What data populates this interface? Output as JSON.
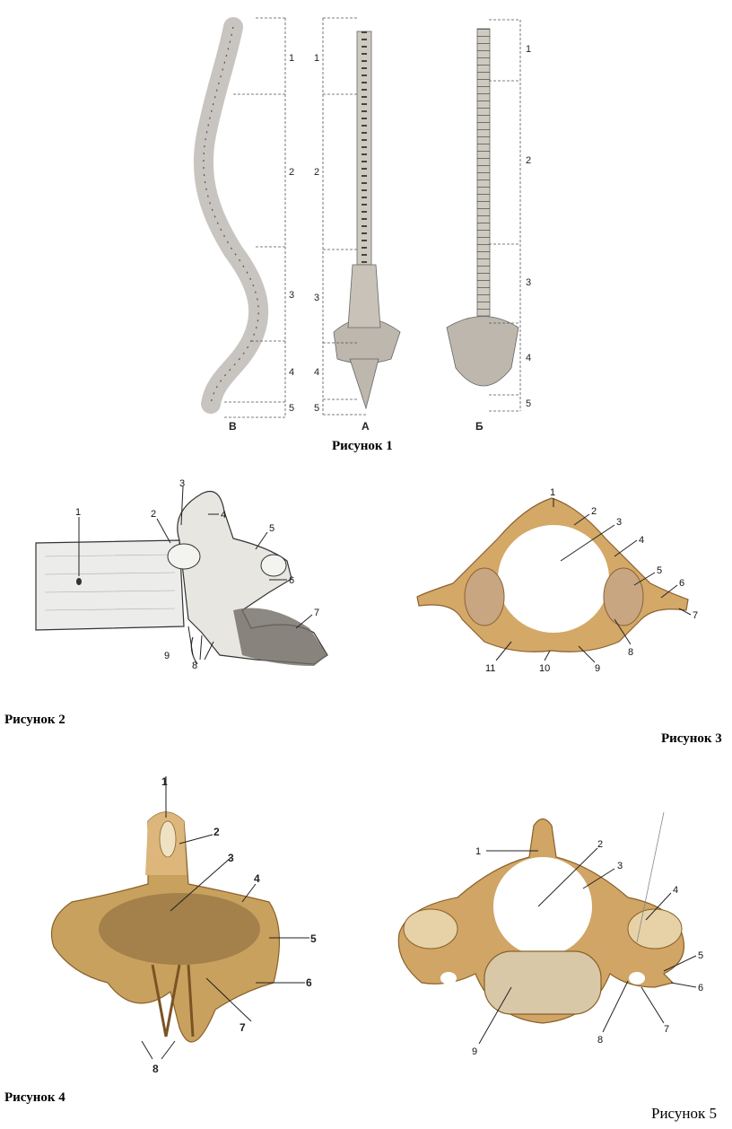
{
  "figures": {
    "fig1": {
      "caption": "Рисунок 1",
      "view_labels": [
        "В",
        "А",
        "Б"
      ],
      "region_labels_left": [
        "1",
        "2",
        "3",
        "4",
        "5"
      ],
      "region_labels_mid": [
        "1",
        "2",
        "3",
        "4",
        "5"
      ],
      "region_labels_right": [
        "1",
        "2",
        "3",
        "4",
        "5"
      ]
    },
    "fig2": {
      "caption": "Рисунок 2",
      "labels": [
        "1",
        "2",
        "3",
        "4",
        "5",
        "6",
        "7",
        "8",
        "9"
      ]
    },
    "fig3": {
      "caption": "Рисунок 3",
      "labels": [
        "1",
        "2",
        "3",
        "4",
        "5",
        "6",
        "7",
        "8",
        "9",
        "10",
        "11"
      ]
    },
    "fig4": {
      "caption": "Рисунок 4",
      "labels": [
        "1",
        "2",
        "3",
        "4",
        "5",
        "6",
        "7",
        "8"
      ]
    },
    "fig5": {
      "caption": "Рисунок 5",
      "labels": [
        "1",
        "2",
        "3",
        "4",
        "5",
        "6",
        "7",
        "8",
        "9"
      ]
    }
  },
  "colors": {
    "bone_sketch": "#d9d6cf",
    "bone_tan": "#d8b377",
    "bone_dark": "#a9793e",
    "ink": "#222222"
  }
}
